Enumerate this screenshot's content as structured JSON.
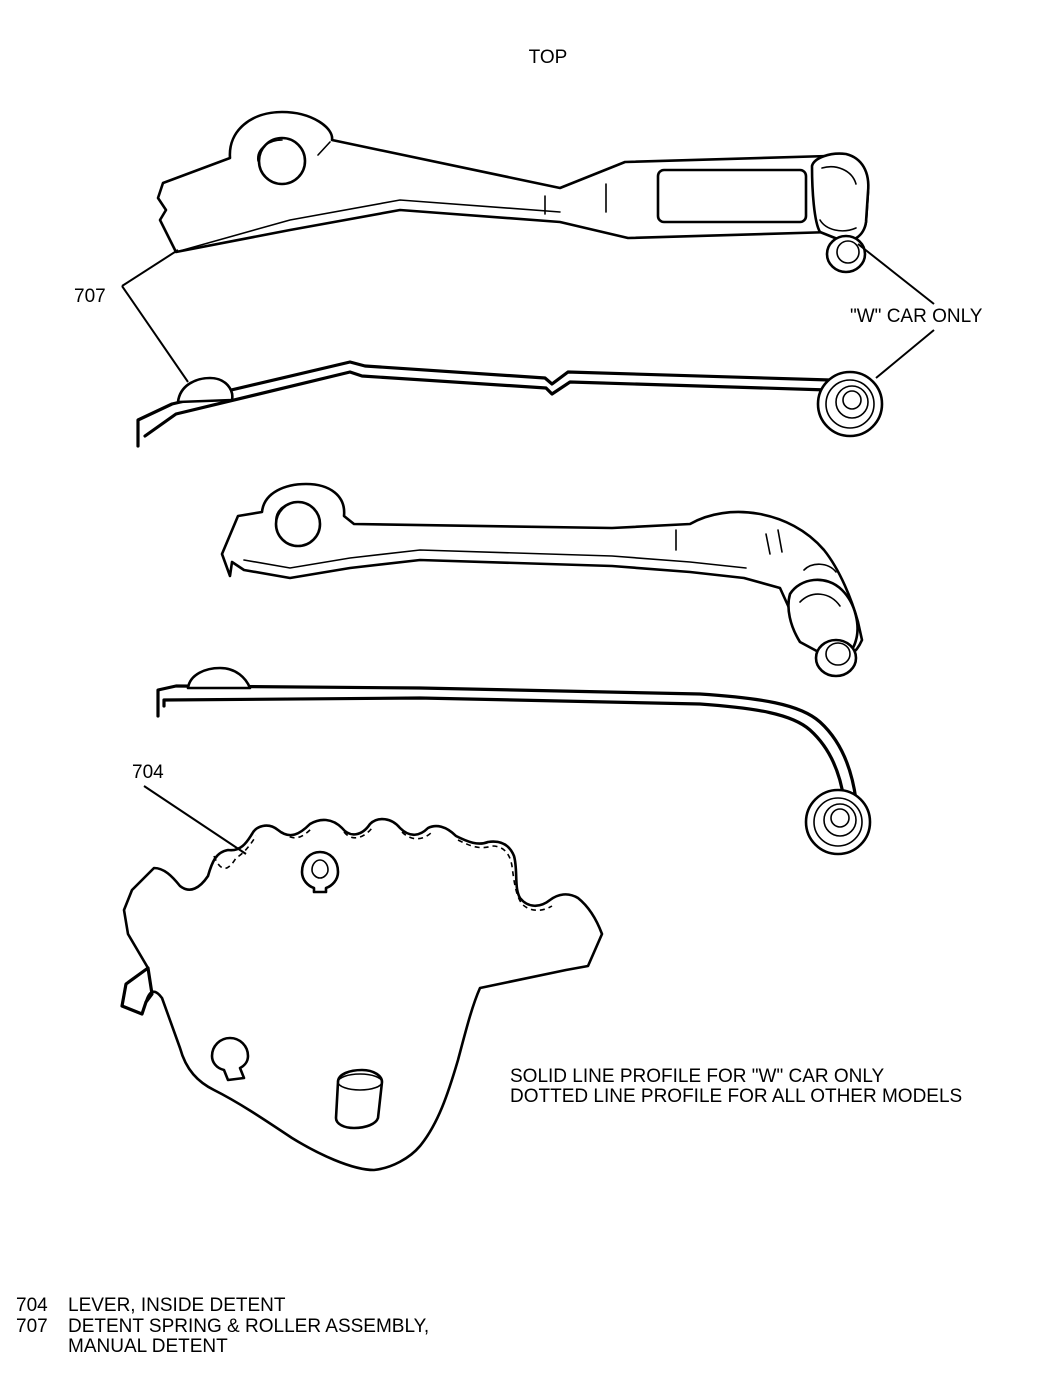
{
  "diagram": {
    "top_label": "TOP",
    "callouts": {
      "spring_roller": "707",
      "detent_lever": "704",
      "w_car_only": "\"W\" CAR ONLY"
    },
    "profile_note": {
      "line1": "SOLID LINE PROFILE FOR \"W\" CAR ONLY",
      "line2": "DOTTED LINE PROFILE FOR ALL OTHER MODELS"
    }
  },
  "legend": [
    {
      "number": "704",
      "description": "LEVER, INSIDE DETENT"
    },
    {
      "number": "707",
      "description": "DETENT SPRING & ROLLER ASSEMBLY,"
    },
    {
      "number": "",
      "description": "MANUAL DETENT"
    }
  ]
}
